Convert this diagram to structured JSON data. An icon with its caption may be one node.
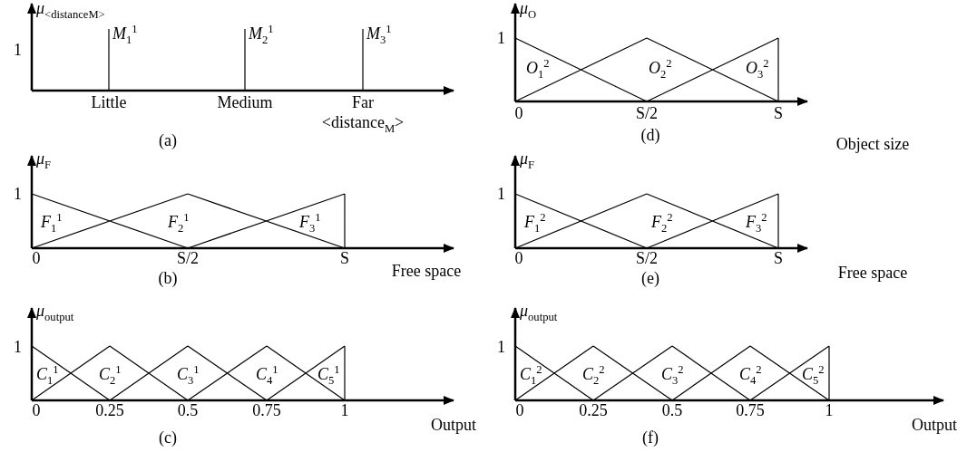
{
  "diagram": {
    "labels": [
      "*μ*$_{<distanceM>}$",
      "1",
      "*M*$_{1}$$^{1}$",
      "*M*$_{2}$$^{1}$",
      "*M*$_{3}$$^{1}$",
      "Little",
      "Medium",
      "Far",
      "<distance$_{M}$>",
      "(a)",
      "*μ*$_{O}$",
      "1",
      "*O*$_{1}$$^{2}$",
      "*O*$_{2}$$^{2}$",
      "*O*$_{3}$$^{2}$",
      "0",
      "S/2",
      "S",
      "(d)",
      "Object size",
      "*μ*$_{F}$",
      "1",
      "*F*$_{1}$$^{1}$",
      "*F*$_{2}$$^{1}$",
      "*F*$_{3}$$^{1}$",
      "0",
      "S/2",
      "S",
      "(b)",
      "Free space",
      "*μ*$_{F}$",
      "1",
      "*F*$_{1}$$^{2}$",
      "*F*$_{2}$$^{2}$",
      "*F*$_{3}$$^{2}$",
      "0",
      "S/2",
      "S",
      "(e)",
      "Free space",
      "*μ*$_{output}$",
      "1",
      "*C*$_{1}$$^{1}$",
      "*C*$_{2}$$^{1}$",
      "*C*$_{3}$$^{1}$",
      "*C*$_{4}$$^{1}$",
      "*C*$_{5}$$^{1}$",
      "0",
      "0.25",
      "0.5",
      "0.75",
      "1",
      "(c)",
      "Output",
      "*μ*$_{output}$",
      "1",
      "*C*$_{1}$$^{2}$",
      "*C*$_{2}$$^{2}$",
      "*C*$_{3}$$^{2}$",
      "*C*$_{4}$$^{2}$",
      "*C*$_{5}$$^{2}$",
      "0",
      "0.25",
      "0.5",
      "0.75",
      "1",
      "(f)",
      "Output"
    ]
  }
}
